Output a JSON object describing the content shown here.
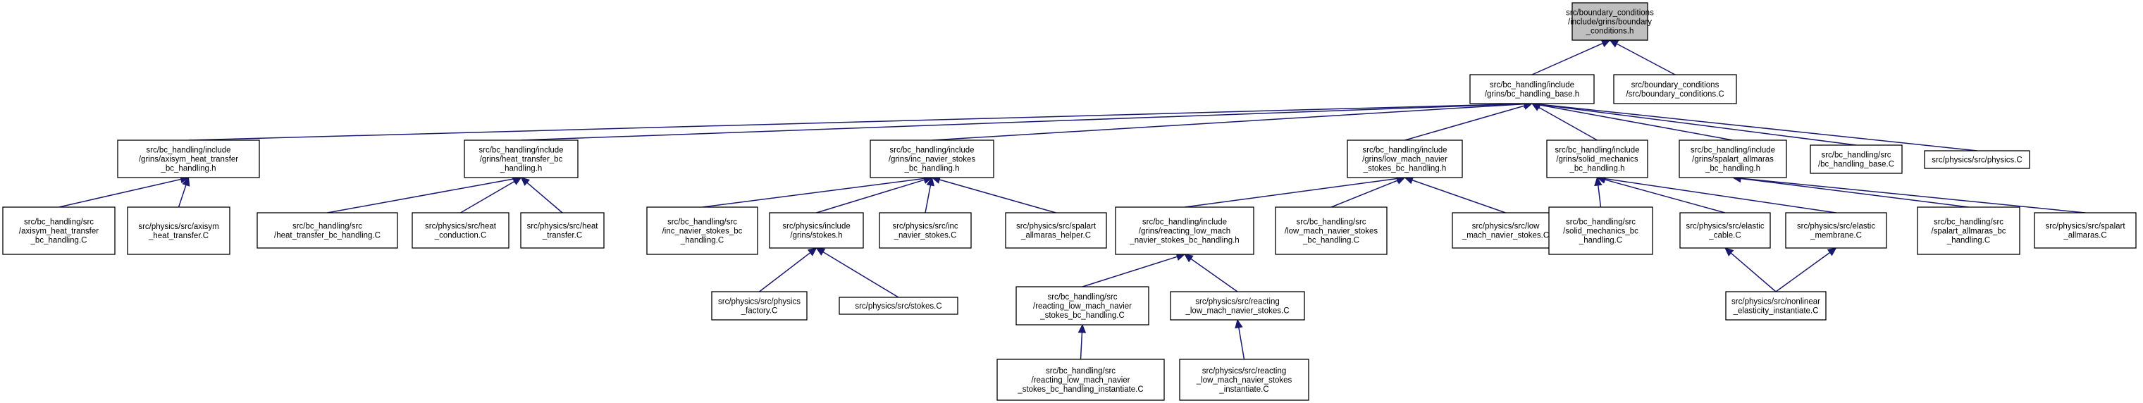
{
  "graph": {
    "type": "include-dependency-graph",
    "colors": {
      "edge": "#191970",
      "root_fill": "#bfbfbf",
      "node_fill": "#ffffff",
      "node_border": "#000000"
    },
    "nodes": [
      {
        "id": "n0",
        "root": true,
        "lines": [
          "src/boundary_conditions",
          "/include/grins/boundary",
          "_conditions.h"
        ]
      },
      {
        "id": "n1",
        "lines": [
          "src/bc_handling/include",
          "/grins/bc_handling_base.h"
        ]
      },
      {
        "id": "n2",
        "lines": [
          "src/boundary_conditions",
          "/src/boundary_conditions.C"
        ]
      },
      {
        "id": "n3",
        "lines": [
          "src/bc_handling/include",
          "/grins/axisym_heat_transfer",
          "_bc_handling.h"
        ]
      },
      {
        "id": "n4",
        "lines": [
          "src/bc_handling/include",
          "/grins/heat_transfer_bc",
          "_handling.h"
        ]
      },
      {
        "id": "n5",
        "lines": [
          "src/bc_handling/include",
          "/grins/inc_navier_stokes",
          "_bc_handling.h"
        ]
      },
      {
        "id": "n6",
        "lines": [
          "src/bc_handling/include",
          "/grins/low_mach_navier",
          "_stokes_bc_handling.h"
        ]
      },
      {
        "id": "n7",
        "lines": [
          "src/bc_handling/include",
          "/grins/solid_mechanics",
          "_bc_handling.h"
        ]
      },
      {
        "id": "n8",
        "lines": [
          "src/bc_handling/include",
          "/grins/spalart_allmaras",
          "_bc_handling.h"
        ]
      },
      {
        "id": "n9",
        "lines": [
          "src/bc_handling/src",
          "/bc_handling_base.C"
        ]
      },
      {
        "id": "n10",
        "lines": [
          "src/physics/src/physics.C"
        ]
      },
      {
        "id": "n11",
        "lines": [
          "src/bc_handling/src",
          "/axisym_heat_transfer",
          "_bc_handling.C"
        ]
      },
      {
        "id": "n12",
        "lines": [
          "src/physics/src/axisym",
          "_heat_transfer.C"
        ]
      },
      {
        "id": "n13",
        "lines": [
          "src/bc_handling/src",
          "/heat_transfer_bc_handling.C"
        ]
      },
      {
        "id": "n14",
        "lines": [
          "src/physics/src/heat",
          "_conduction.C"
        ]
      },
      {
        "id": "n15",
        "lines": [
          "src/physics/src/heat",
          "_transfer.C"
        ]
      },
      {
        "id": "n16",
        "lines": [
          "src/bc_handling/src",
          "/inc_navier_stokes_bc",
          "_handling.C"
        ]
      },
      {
        "id": "n17",
        "lines": [
          "src/physics/include",
          "/grins/stokes.h"
        ]
      },
      {
        "id": "n18",
        "lines": [
          "src/physics/src/inc",
          "_navier_stokes.C"
        ]
      },
      {
        "id": "n19",
        "lines": [
          "src/physics/src/spalart",
          "_allmaras_helper.C"
        ]
      },
      {
        "id": "n20",
        "lines": [
          "src/bc_handling/include",
          "/grins/reacting_low_mach",
          "_navier_stokes_bc_handling.h"
        ]
      },
      {
        "id": "n21",
        "lines": [
          "src/bc_handling/src",
          "/low_mach_navier_stokes",
          "_bc_handling.C"
        ]
      },
      {
        "id": "n22",
        "lines": [
          "src/physics/src/low",
          "_mach_navier_stokes.C"
        ]
      },
      {
        "id": "n23",
        "lines": [
          "src/bc_handling/src",
          "/solid_mechanics_bc",
          "_handling.C"
        ]
      },
      {
        "id": "n24",
        "lines": [
          "src/physics/src/elastic",
          "_cable.C"
        ]
      },
      {
        "id": "n25",
        "lines": [
          "src/physics/src/elastic",
          "_membrane.C"
        ]
      },
      {
        "id": "n26",
        "lines": [
          "src/bc_handling/src",
          "/spalart_allmaras_bc",
          "_handling.C"
        ]
      },
      {
        "id": "n27",
        "lines": [
          "src/physics/src/spalart",
          "_allmaras.C"
        ]
      },
      {
        "id": "n28",
        "lines": [
          "src/physics/src/physics",
          "_factory.C"
        ]
      },
      {
        "id": "n29",
        "lines": [
          "src/physics/src/stokes.C"
        ]
      },
      {
        "id": "n30",
        "lines": [
          "src/bc_handling/src",
          "/reacting_low_mach_navier",
          "_stokes_bc_handling.C"
        ]
      },
      {
        "id": "n31",
        "lines": [
          "src/physics/src/reacting",
          "_low_mach_navier_stokes.C"
        ]
      },
      {
        "id": "n32",
        "lines": [
          "src/physics/src/nonlinear",
          "_elasticity_instantiate.C"
        ]
      },
      {
        "id": "n33",
        "lines": [
          "src/bc_handling/src",
          "/reacting_low_mach_navier",
          "_stokes_bc_handling_instantiate.C"
        ]
      },
      {
        "id": "n34",
        "lines": [
          "src/physics/src/reacting",
          "_low_mach_navier_stokes",
          "_instantiate.C"
        ]
      }
    ],
    "edges": [
      [
        "n1",
        "n0"
      ],
      [
        "n2",
        "n0"
      ],
      [
        "n3",
        "n1"
      ],
      [
        "n4",
        "n1"
      ],
      [
        "n5",
        "n1"
      ],
      [
        "n6",
        "n1"
      ],
      [
        "n7",
        "n1"
      ],
      [
        "n8",
        "n1"
      ],
      [
        "n9",
        "n1"
      ],
      [
        "n10",
        "n1"
      ],
      [
        "n11",
        "n3"
      ],
      [
        "n12",
        "n3"
      ],
      [
        "n13",
        "n4"
      ],
      [
        "n14",
        "n4"
      ],
      [
        "n15",
        "n4"
      ],
      [
        "n16",
        "n5"
      ],
      [
        "n17",
        "n5"
      ],
      [
        "n18",
        "n5"
      ],
      [
        "n19",
        "n5"
      ],
      [
        "n20",
        "n6"
      ],
      [
        "n21",
        "n6"
      ],
      [
        "n22",
        "n6"
      ],
      [
        "n23",
        "n7"
      ],
      [
        "n24",
        "n7"
      ],
      [
        "n25",
        "n7"
      ],
      [
        "n26",
        "n8"
      ],
      [
        "n27",
        "n8"
      ],
      [
        "n28",
        "n17"
      ],
      [
        "n29",
        "n17"
      ],
      [
        "n30",
        "n20"
      ],
      [
        "n31",
        "n20"
      ],
      [
        "n32",
        "n24"
      ],
      [
        "n32",
        "n25"
      ],
      [
        "n33",
        "n30"
      ],
      [
        "n34",
        "n31"
      ]
    ]
  }
}
